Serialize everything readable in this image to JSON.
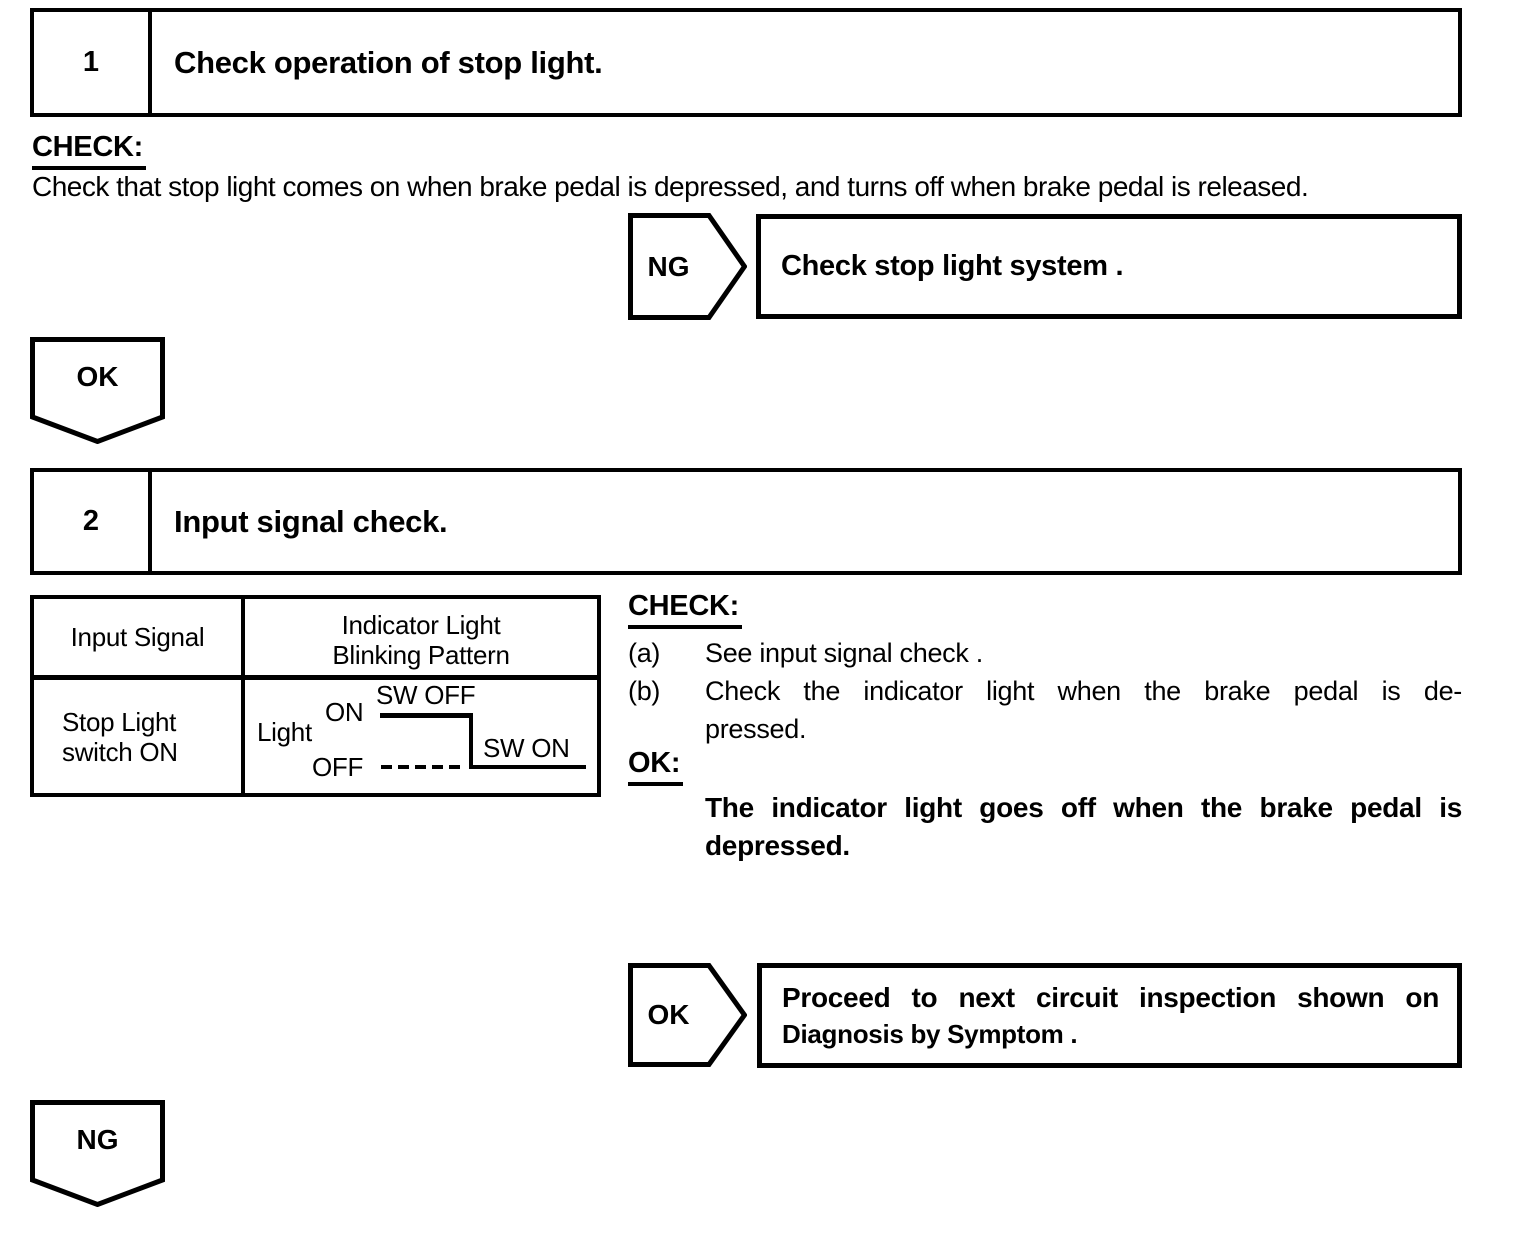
{
  "step1": {
    "number": "1",
    "title": "Check operation of stop light.",
    "check_heading": "CHECK:",
    "check_text": "Check that stop light comes on when brake pedal is depressed, and turns off when brake pedal is released.",
    "ng": {
      "label": "NG",
      "action": "Check stop light system ."
    },
    "ok": {
      "label": "OK"
    }
  },
  "step2": {
    "number": "2",
    "title": "Input signal check.",
    "table": {
      "headers": {
        "col1": "Input Signal",
        "col2_line1": "Indicator Light",
        "col2_line2": "Blinking Pattern"
      },
      "row": {
        "col1_line1": "Stop Light",
        "col1_line2": "switch ON"
      },
      "waveform": {
        "signal": "Light",
        "on": "ON",
        "off": "OFF",
        "sw_off": "SW OFF",
        "sw_on": "SW ON"
      }
    },
    "check_heading": "CHECK:",
    "items": [
      {
        "marker": "(a)",
        "line1": "See input signal check ."
      },
      {
        "marker": "(b)",
        "line1": "Check the indicator light when the brake pedal is de-",
        "line2": "pressed."
      }
    ],
    "ok_heading": "OK:",
    "ok_result": {
      "line1": "The indicator light goes off when the brake pedal is",
      "line2": "depressed."
    },
    "ok": {
      "label": "OK",
      "action_line1": "Proceed to next circuit inspection shown on",
      "action_line2": "Diagnosis by Symptom ."
    },
    "ng": {
      "label": "NG"
    }
  }
}
